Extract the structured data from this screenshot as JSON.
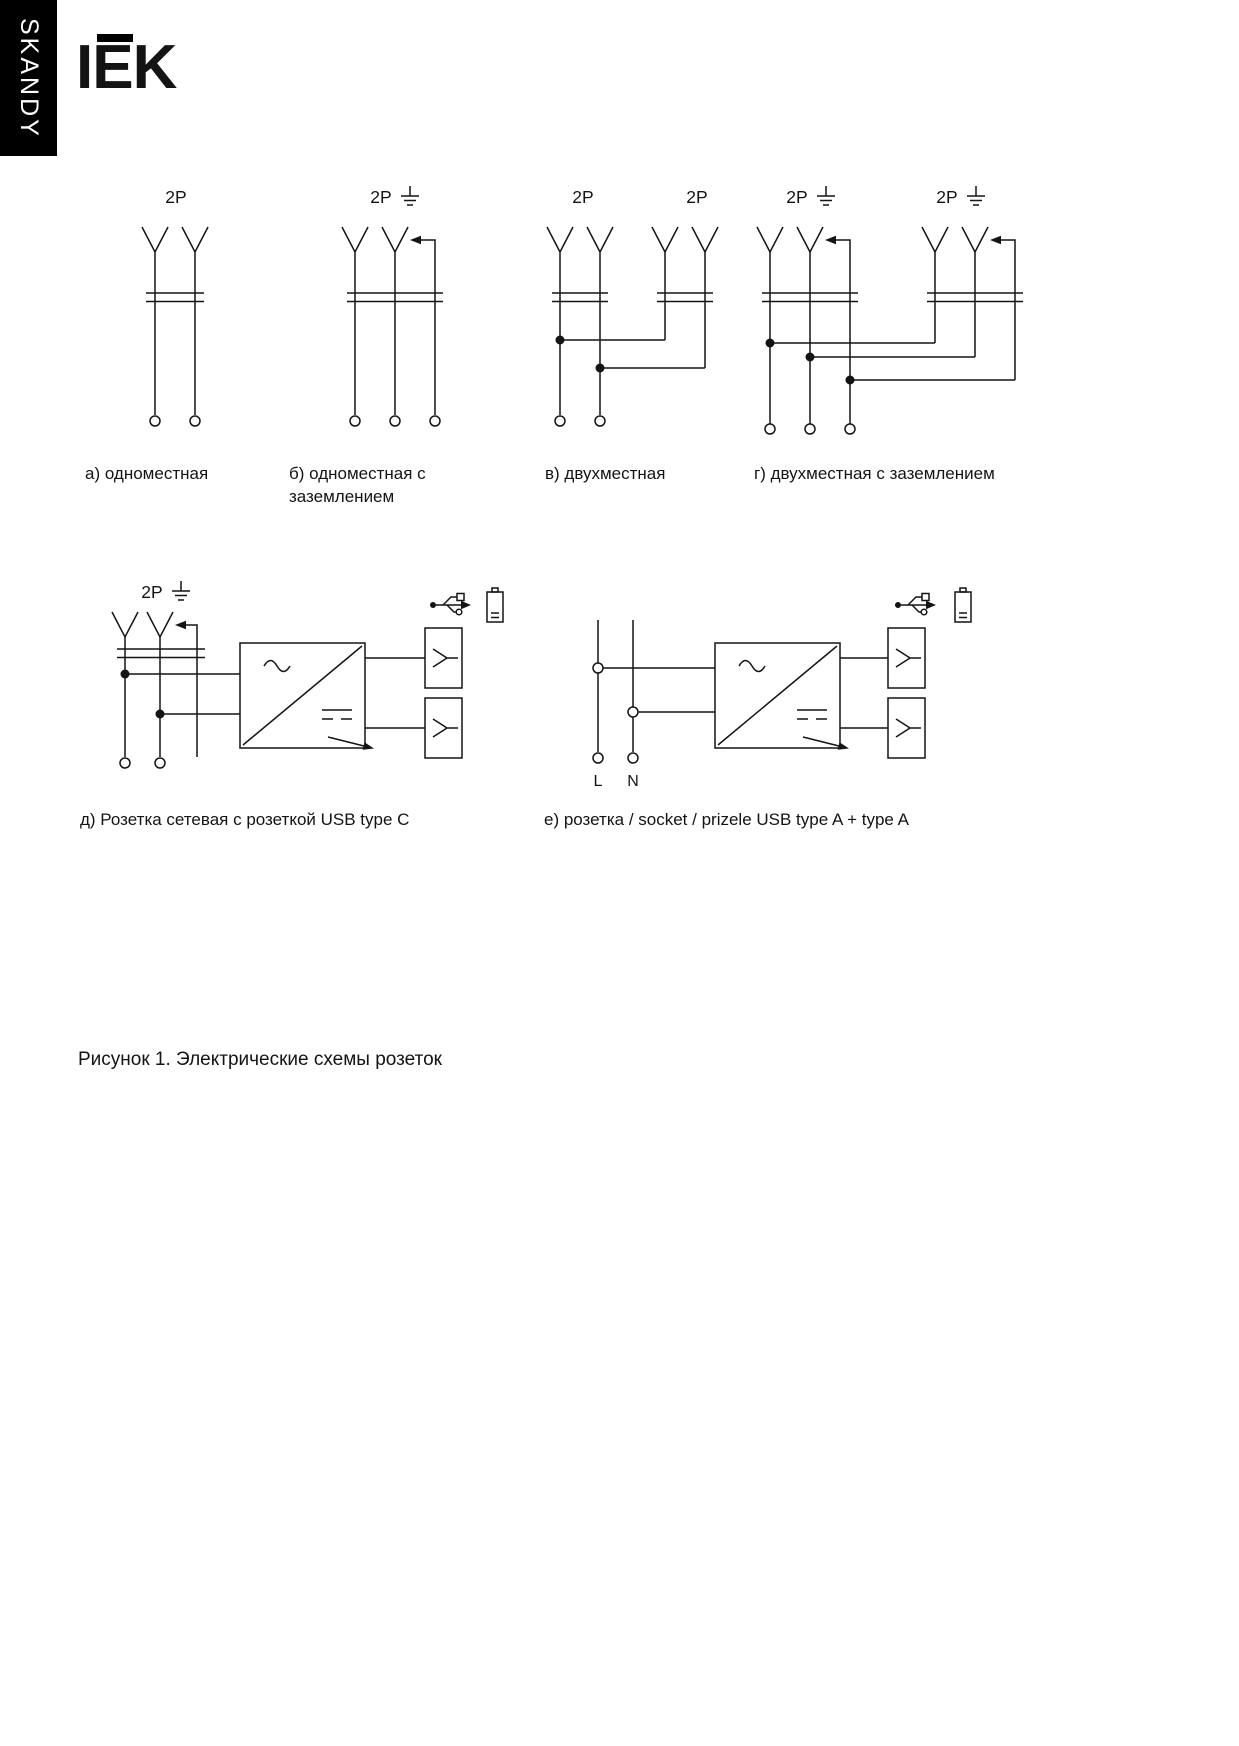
{
  "header": {
    "series_tab": "SKANDY",
    "logo": "IEK"
  },
  "labels": {
    "two_pole": "2P",
    "line": "L",
    "neutral": "N"
  },
  "captions": {
    "a": "а) одноместная",
    "b_line1": "б) одноместная с",
    "b_line2": "заземлением",
    "v": "в) двухместная",
    "g": "г) двухместная с заземлением",
    "d": "д) Розетка сетевая с розеткой USB type C",
    "e": "е) розетка / socket / prizele USB type A + type A"
  },
  "figure": {
    "caption": "Рисунок 1. Электрические схемы розеток"
  },
  "icons": {
    "usb": "usb-icon",
    "battery": "battery-icon",
    "ground": "ground-icon",
    "converter": "ac-dc-converter",
    "socket_contact": "socket-contact-fork"
  },
  "colors": {
    "ink": "#141414",
    "tab_bg": "#000000",
    "page_bg": "#ffffff"
  }
}
